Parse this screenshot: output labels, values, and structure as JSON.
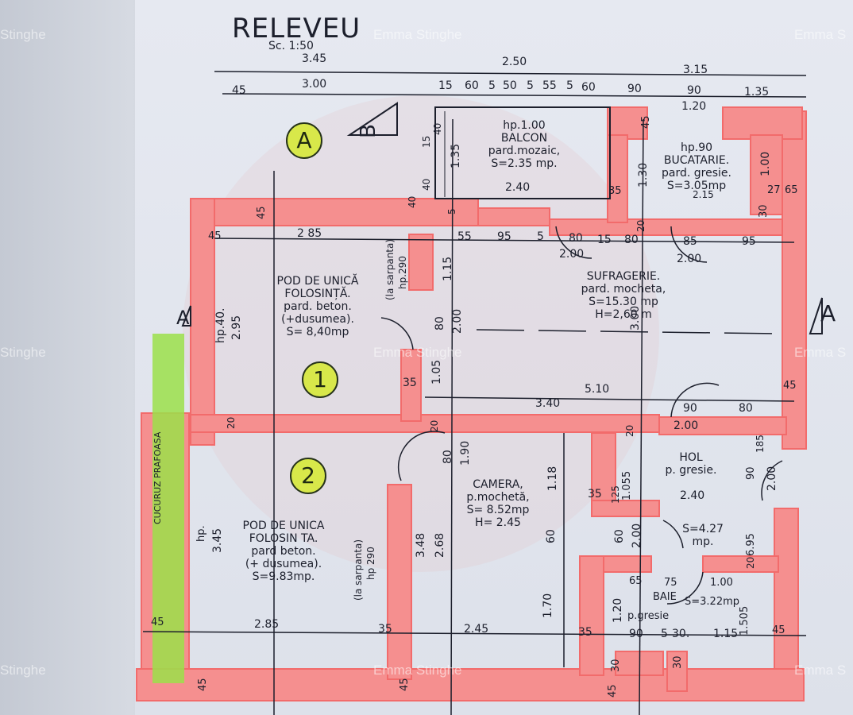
{
  "title": "RELEVEU",
  "scale": "Sc. 1:50",
  "watermarks": [
    "Stinghe",
    "Emma Stinghe",
    "Emma S",
    "Stinghe",
    "Emma Stinghe",
    "Emma S",
    "Stinghe",
    "Emma Stinghe",
    "Emma S"
  ],
  "markers": [
    "A",
    "1",
    "2"
  ],
  "section_labels": [
    "B",
    "A",
    "A"
  ],
  "top_dims": [
    "3.45",
    "2.50",
    "3.15"
  ],
  "second_dims": [
    "45",
    "3.00",
    "15",
    "60",
    "5",
    "50",
    "5",
    "55",
    "5",
    "60",
    "90",
    "90",
    "1.35",
    "1.20"
  ],
  "rooms": {
    "balcon": [
      "hp.1.00",
      "BALCON",
      "pard.mozaic,",
      "S=2.35 mp."
    ],
    "bucatarie": [
      "hp.90",
      "BUCATARIE.",
      "pard. gresie.",
      "S=3.05mp"
    ],
    "pod1": [
      "POD DE UNICĂ",
      "FOLOSINȚĂ.",
      "pard. beton.",
      "(+dusumea).",
      "S= 8,40mp"
    ],
    "sufragerie": [
      "SUFRAGERIE.",
      "pard. mocheta,",
      "S=15.30 mp",
      "H=2,60 m"
    ],
    "pod2": [
      "POD DE UNICA",
      "FOLOSIN TA.",
      "pard beton.",
      "(+ dusumea).",
      "S=9.83mp."
    ],
    "camera": [
      "CAMERA,",
      "p.mochetă,",
      "S= 8.52mp",
      "H= 2.45"
    ],
    "hol": [
      "HOL",
      "p. gresie."
    ],
    "hol_area": [
      "S=4.27",
      "mp."
    ],
    "baie": [
      "BAIE",
      "S=3.22mp",
      "p.gresie"
    ]
  },
  "dims": {
    "d_40": "40",
    "d_15a": "15",
    "d_5": "5",
    "d_40b": "40",
    "d_5b": "40",
    "d_135": "1.35",
    "d_240a": "2.40",
    "d_45a": "45",
    "d_35a": "35",
    "d_130": "1.30",
    "d_20a": "20",
    "d_215": "2.15",
    "d_27": "27",
    "d_65": "65",
    "d_30a": "30",
    "d_100a": "1.00",
    "d_45b": "45",
    "d_45c": "45",
    "d_285a": "2 85",
    "d_45d": "45",
    "d_55": "55",
    "d_95a": "95",
    "d_5c": "5",
    "d_80a": "80",
    "d_15b": "15",
    "d_80b": "80",
    "d_85": "85",
    "d_95b": "95",
    "d_200a": "2.00",
    "d_200b": "2.00",
    "d_hp40": "hp.40.",
    "d_295": "2.95",
    "d_sarp1": "(la sarpanta)",
    "d_hp290a": "hp.290",
    "d_115": "1.15",
    "d_80c": "80",
    "d_200c": "2.00",
    "d_105": "1.05",
    "d_300": "3.00",
    "d_35b": "35",
    "d_510": "5.10",
    "d_340": "3.40",
    "d_90a": "90",
    "d_80d": "80",
    "d_200d": "2.00",
    "d_45e": "45",
    "d_20b": "20",
    "d_20c": "20",
    "d_20d": "20",
    "d_80e": "80",
    "d_190": "1.90",
    "d_118": "1.18",
    "d_1055": "1.055",
    "d_125": "125",
    "d_35c": "35",
    "d_240b": "2.40",
    "d_90b": "90",
    "d_185": "185",
    "d_200e": "2.00",
    "d_hp": "hp.",
    "d_345": "3.45",
    "d_sarp2": "(la sarpanta)",
    "d_hp290b": "hp 290",
    "d_348": "3.48",
    "d_268": "2.68",
    "d_60a": "60",
    "d_60b": "60",
    "d_200f": "2.00",
    "d_695": "6.95",
    "d_20e": "20",
    "d_65b": "65",
    "d_75": "75",
    "d_100b": "1.00",
    "d_120": "1.20",
    "d_170": "1.70",
    "d_1505": "1.505",
    "d_45f": "45",
    "d_285b": "2.85",
    "d_35d": "35",
    "d_245": "2.45",
    "d_35e": "35",
    "d_90c": "90",
    "d_5d": "5",
    "d_30b": "30.",
    "d_115b": "1.15",
    "d_45g": "45",
    "d_45h": "45",
    "d_45i": "45",
    "d_45j": "45",
    "d_30c": "30",
    "d_30d": "30",
    "d_strip": "CUCURUZ PRAFOASA"
  },
  "colors": {
    "wall": "#f26b6b",
    "wall_fill": "#f58f8f",
    "green_strip": "#9be04a",
    "ink": "#1c1f2c",
    "marker": "#d8e84a"
  }
}
